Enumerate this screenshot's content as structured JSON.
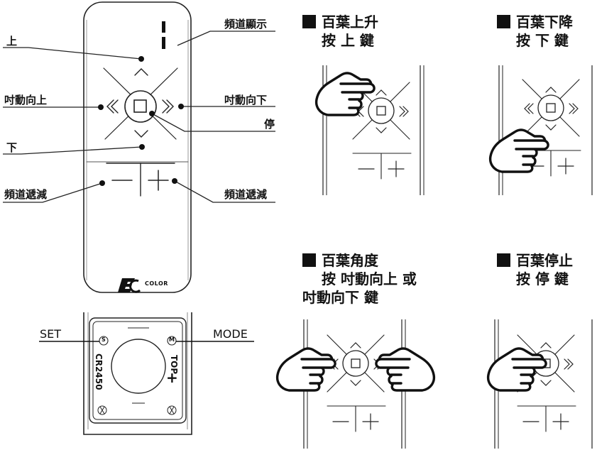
{
  "remote": {
    "channel_display": "1",
    "logo": "COLOR"
  },
  "callouts": {
    "up": "上",
    "channel_display": "頻道顯示",
    "motor_up": "吋動向上",
    "motor_down": "吋動向下",
    "stop": "停",
    "down": "下",
    "channel_left": "頻道遞減",
    "channel_right": "頻道遞減"
  },
  "battery": {
    "set_label": "SET",
    "mode_label": "MODE",
    "battery_text": "CR2450",
    "top_text": "TOP",
    "plus_text": "+",
    "s_mark": "S",
    "m_mark": "M"
  },
  "panels": {
    "raise": {
      "line1": "百葉上升",
      "line2": "按 上 鍵"
    },
    "lower": {
      "line1": "百葉下降",
      "line2": "按 下 鍵"
    },
    "angle": {
      "line1": "百葉角度",
      "line2": "按 吋動向上 或",
      "line3": "吋動向下 鍵"
    },
    "stop": {
      "line1": "百葉停止",
      "line2": "按 停 鍵"
    }
  }
}
